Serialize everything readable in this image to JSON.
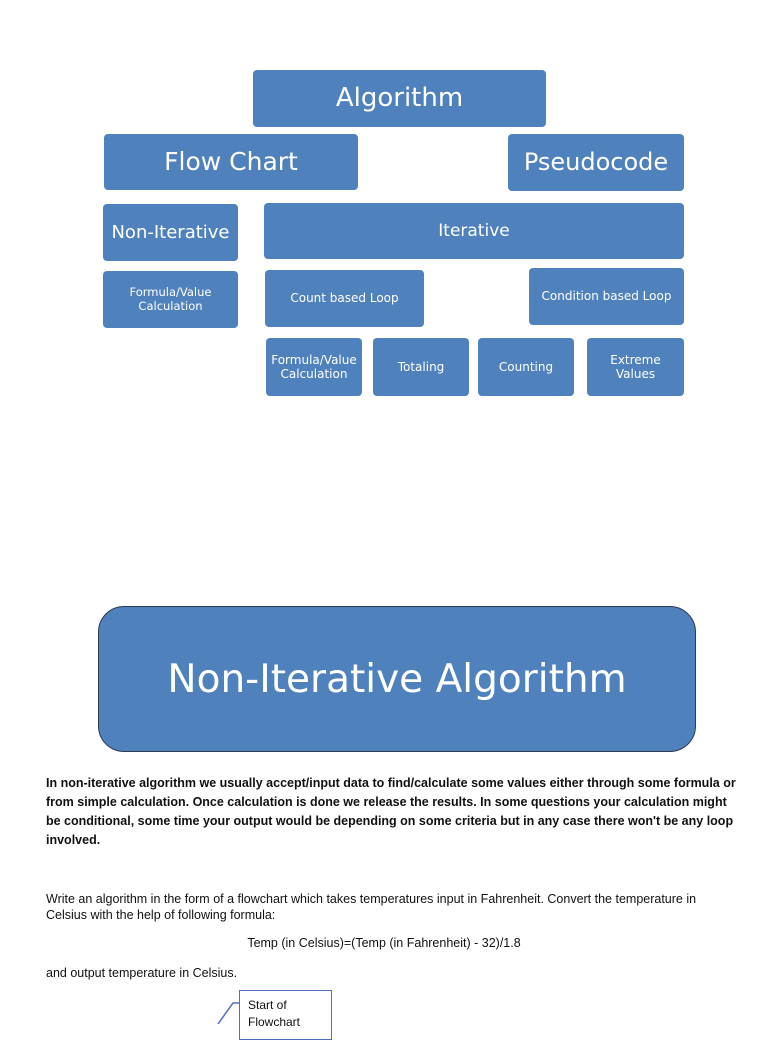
{
  "hierarchy": {
    "algorithm": "Algorithm",
    "flow_chart": "Flow Chart",
    "pseudocode": "Pseudocode",
    "non_iterative": "Non-Iterative",
    "iterative": "Iterative",
    "formula_calc_left": "Formula/Value Calculation",
    "count_loop": "Count based Loop",
    "condition_loop": "Condition based Loop",
    "formula_calc_iter": "Formula/Value Calculation",
    "totaling": "Totaling",
    "counting": "Counting",
    "extreme_values": "Extreme Values"
  },
  "banner": "Non-Iterative Algorithm",
  "intro_paragraph": "In non-iterative algorithm we usually accept/input data to find/calculate some values either through some formula or from simple calculation. Once calculation is done we release the results. In some questions your calculation might be conditional, some time your output would be depending on some criteria but in any case there won't be any loop involved.",
  "task_paragraph": "Write an algorithm in the form of a flowchart which takes temperatures input in Fahrenheit. Convert the temperature in Celsius with the help of following formula:",
  "formula": "Temp (in Celsius)=(Temp (in Fahrenheit) - 32)/1.8",
  "output_line": "and output temperature in Celsius.",
  "flowchart_callout": "Start of Flowchart"
}
